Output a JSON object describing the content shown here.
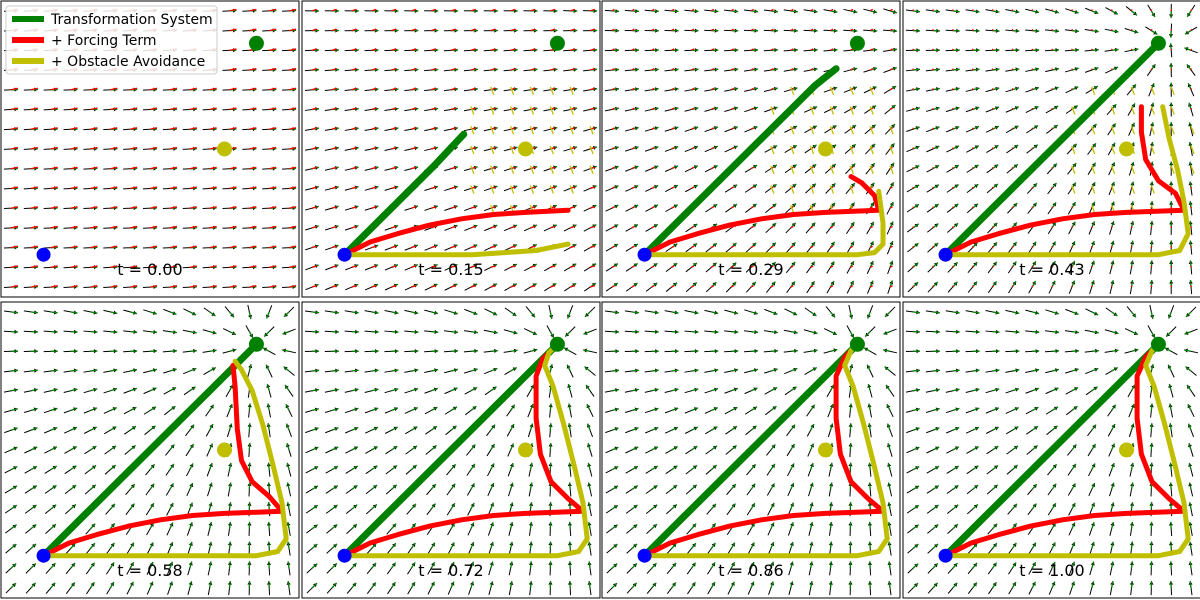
{
  "chart_data": {
    "type": "line",
    "grid": false,
    "legend_placement": "top-left",
    "colors": {
      "transformation": "#008000",
      "forcing": "#ff0000",
      "obstacle": "#bfbf00",
      "start": "#0000ff",
      "goal": "#008000",
      "obstacle_point": "#bfbf00",
      "field_base": "#000000"
    },
    "legend": [
      {
        "key": "transformation",
        "label": "Transformation System"
      },
      {
        "key": "forcing",
        "label": "+ Forcing Term"
      },
      {
        "key": "obstacle",
        "label": "+ Obstacle Avoidance"
      }
    ],
    "points": {
      "start": [
        0.0,
        0.0
      ],
      "goal": [
        1.0,
        1.0
      ],
      "obstacle": [
        0.85,
        0.5
      ]
    },
    "xlim": [
      -0.2,
      1.2
    ],
    "ylim": [
      -0.2,
      1.2
    ],
    "panels": [
      {
        "time_label": "t = 0.00",
        "t": 0.0,
        "series": {
          "transformation": [],
          "forcing": [],
          "obstacle": []
        }
      },
      {
        "time_label": "t = 0.15",
        "t": 0.15,
        "series": {
          "transformation": [
            [
              0,
              0
            ],
            [
              0.14,
              0.14
            ],
            [
              0.28,
              0.28
            ],
            [
              0.42,
              0.42
            ],
            [
              0.56,
              0.57
            ]
          ],
          "forcing": [
            [
              0,
              0
            ],
            [
              0.12,
              0.06
            ],
            [
              0.25,
              0.1
            ],
            [
              0.4,
              0.14
            ],
            [
              0.55,
              0.17
            ],
            [
              0.7,
              0.19
            ],
            [
              0.85,
              0.2
            ],
            [
              1.05,
              0.21
            ]
          ],
          "obstacle": [
            [
              0,
              0
            ],
            [
              0.15,
              0.0
            ],
            [
              0.3,
              0.0
            ],
            [
              0.45,
              0.0
            ],
            [
              0.6,
              0.0
            ],
            [
              0.75,
              0.01
            ],
            [
              0.9,
              0.02
            ],
            [
              1.05,
              0.05
            ]
          ]
        }
      },
      {
        "time_label": "t = 0.29",
        "t": 0.29,
        "series": {
          "transformation": [
            [
              0,
              0
            ],
            [
              0.2,
              0.2
            ],
            [
              0.4,
              0.4
            ],
            [
              0.6,
              0.6
            ],
            [
              0.8,
              0.8
            ],
            [
              0.9,
              0.88
            ]
          ],
          "forcing": [
            [
              0,
              0
            ],
            [
              0.12,
              0.06
            ],
            [
              0.25,
              0.1
            ],
            [
              0.4,
              0.14
            ],
            [
              0.55,
              0.17
            ],
            [
              0.7,
              0.19
            ],
            [
              0.85,
              0.2
            ],
            [
              1.1,
              0.21
            ],
            [
              1.08,
              0.28
            ],
            [
              1.02,
              0.34
            ],
            [
              0.97,
              0.37
            ]
          ],
          "obstacle": [
            [
              0,
              0
            ],
            [
              0.2,
              0.0
            ],
            [
              0.5,
              0.0
            ],
            [
              0.8,
              0.0
            ],
            [
              1.0,
              0.0
            ],
            [
              1.08,
              0.01
            ],
            [
              1.12,
              0.05
            ],
            [
              1.12,
              0.15
            ],
            [
              1.1,
              0.3
            ]
          ]
        }
      },
      {
        "time_label": "t = 0.43",
        "t": 0.43,
        "series": {
          "transformation": [
            [
              0,
              0
            ],
            [
              0.2,
              0.2
            ],
            [
              0.4,
              0.4
            ],
            [
              0.6,
              0.6
            ],
            [
              0.8,
              0.8
            ],
            [
              1.0,
              1.0
            ]
          ],
          "forcing": [
            [
              0,
              0
            ],
            [
              0.12,
              0.06
            ],
            [
              0.25,
              0.1
            ],
            [
              0.4,
              0.14
            ],
            [
              0.55,
              0.17
            ],
            [
              0.7,
              0.19
            ],
            [
              0.85,
              0.2
            ],
            [
              1.12,
              0.21
            ],
            [
              1.08,
              0.29
            ],
            [
              1.0,
              0.35
            ],
            [
              0.94,
              0.45
            ],
            [
              0.92,
              0.58
            ],
            [
              0.92,
              0.7
            ]
          ],
          "obstacle": [
            [
              0,
              0
            ],
            [
              0.2,
              0.0
            ],
            [
              0.5,
              0.0
            ],
            [
              0.8,
              0.0
            ],
            [
              1.0,
              0.0
            ],
            [
              1.1,
              0.02
            ],
            [
              1.14,
              0.1
            ],
            [
              1.12,
              0.25
            ],
            [
              1.09,
              0.4
            ],
            [
              1.05,
              0.55
            ],
            [
              1.02,
              0.7
            ]
          ]
        }
      },
      {
        "time_label": "t = 0.58",
        "t": 0.58,
        "series": {
          "transformation": [
            [
              0,
              0
            ],
            [
              0.2,
              0.2
            ],
            [
              0.4,
              0.4
            ],
            [
              0.6,
              0.6
            ],
            [
              0.8,
              0.8
            ],
            [
              1.0,
              1.0
            ]
          ],
          "forcing": [
            [
              0,
              0
            ],
            [
              0.12,
              0.06
            ],
            [
              0.25,
              0.1
            ],
            [
              0.4,
              0.14
            ],
            [
              0.55,
              0.17
            ],
            [
              0.7,
              0.19
            ],
            [
              0.85,
              0.2
            ],
            [
              1.12,
              0.21
            ],
            [
              1.06,
              0.28
            ],
            [
              0.98,
              0.35
            ],
            [
              0.93,
              0.45
            ],
            [
              0.91,
              0.6
            ],
            [
              0.9,
              0.8
            ],
            [
              0.89,
              0.9
            ]
          ],
          "obstacle": [
            [
              0,
              0
            ],
            [
              0.2,
              0.0
            ],
            [
              0.5,
              0.0
            ],
            [
              0.8,
              0.0
            ],
            [
              1.0,
              0.0
            ],
            [
              1.1,
              0.02
            ],
            [
              1.14,
              0.08
            ],
            [
              1.12,
              0.25
            ],
            [
              1.08,
              0.42
            ],
            [
              1.03,
              0.62
            ],
            [
              0.98,
              0.78
            ],
            [
              0.93,
              0.88
            ],
            [
              0.9,
              0.92
            ]
          ]
        }
      },
      {
        "time_label": "t = 0.72",
        "t": 0.72,
        "series": {
          "transformation": [
            [
              0,
              0
            ],
            [
              0.2,
              0.2
            ],
            [
              0.4,
              0.4
            ],
            [
              0.6,
              0.6
            ],
            [
              0.8,
              0.8
            ],
            [
              1.0,
              1.0
            ]
          ],
          "forcing": [
            [
              0,
              0
            ],
            [
              0.12,
              0.06
            ],
            [
              0.25,
              0.1
            ],
            [
              0.4,
              0.14
            ],
            [
              0.55,
              0.17
            ],
            [
              0.7,
              0.19
            ],
            [
              0.85,
              0.2
            ],
            [
              1.12,
              0.21
            ],
            [
              1.05,
              0.27
            ],
            [
              0.97,
              0.35
            ],
            [
              0.92,
              0.48
            ],
            [
              0.9,
              0.65
            ],
            [
              0.9,
              0.85
            ],
            [
              0.93,
              0.93
            ],
            [
              0.97,
              0.97
            ]
          ],
          "obstacle": [
            [
              0,
              0
            ],
            [
              0.2,
              0.0
            ],
            [
              0.5,
              0.0
            ],
            [
              0.8,
              0.0
            ],
            [
              1.0,
              0.0
            ],
            [
              1.1,
              0.02
            ],
            [
              1.14,
              0.08
            ],
            [
              1.12,
              0.25
            ],
            [
              1.08,
              0.42
            ],
            [
              1.03,
              0.62
            ],
            [
              0.98,
              0.8
            ],
            [
              0.94,
              0.9
            ],
            [
              0.96,
              0.96
            ],
            [
              0.99,
              0.99
            ]
          ]
        }
      },
      {
        "time_label": "t = 0.86",
        "t": 0.86,
        "series": {
          "transformation": [
            [
              0,
              0
            ],
            [
              0.2,
              0.2
            ],
            [
              0.4,
              0.4
            ],
            [
              0.6,
              0.6
            ],
            [
              0.8,
              0.8
            ],
            [
              1.0,
              1.0
            ]
          ],
          "forcing": [
            [
              0,
              0
            ],
            [
              0.12,
              0.06
            ],
            [
              0.25,
              0.1
            ],
            [
              0.4,
              0.14
            ],
            [
              0.55,
              0.17
            ],
            [
              0.7,
              0.19
            ],
            [
              0.85,
              0.2
            ],
            [
              1.12,
              0.21
            ],
            [
              1.05,
              0.27
            ],
            [
              0.97,
              0.35
            ],
            [
              0.92,
              0.48
            ],
            [
              0.9,
              0.65
            ],
            [
              0.9,
              0.85
            ],
            [
              0.94,
              0.94
            ],
            [
              0.99,
              0.99
            ]
          ],
          "obstacle": [
            [
              0,
              0
            ],
            [
              0.2,
              0.0
            ],
            [
              0.5,
              0.0
            ],
            [
              0.8,
              0.0
            ],
            [
              1.0,
              0.0
            ],
            [
              1.1,
              0.02
            ],
            [
              1.14,
              0.08
            ],
            [
              1.12,
              0.25
            ],
            [
              1.08,
              0.42
            ],
            [
              1.03,
              0.62
            ],
            [
              0.98,
              0.8
            ],
            [
              0.94,
              0.9
            ],
            [
              0.97,
              0.97
            ],
            [
              1.0,
              1.0
            ]
          ]
        }
      },
      {
        "time_label": "t = 1.00",
        "t": 1.0,
        "series": {
          "transformation": [
            [
              0,
              0
            ],
            [
              0.2,
              0.2
            ],
            [
              0.4,
              0.4
            ],
            [
              0.6,
              0.6
            ],
            [
              0.8,
              0.8
            ],
            [
              1.0,
              1.0
            ]
          ],
          "forcing": [
            [
              0,
              0
            ],
            [
              0.12,
              0.06
            ],
            [
              0.25,
              0.1
            ],
            [
              0.4,
              0.14
            ],
            [
              0.55,
              0.17
            ],
            [
              0.7,
              0.19
            ],
            [
              0.85,
              0.2
            ],
            [
              1.12,
              0.21
            ],
            [
              1.05,
              0.27
            ],
            [
              0.97,
              0.35
            ],
            [
              0.92,
              0.48
            ],
            [
              0.9,
              0.65
            ],
            [
              0.9,
              0.85
            ],
            [
              0.94,
              0.94
            ],
            [
              1.0,
              1.0
            ]
          ],
          "obstacle": [
            [
              0,
              0
            ],
            [
              0.2,
              0.0
            ],
            [
              0.5,
              0.0
            ],
            [
              0.8,
              0.0
            ],
            [
              1.0,
              0.0
            ],
            [
              1.1,
              0.02
            ],
            [
              1.14,
              0.08
            ],
            [
              1.12,
              0.25
            ],
            [
              1.08,
              0.42
            ],
            [
              1.03,
              0.62
            ],
            [
              0.98,
              0.8
            ],
            [
              0.94,
              0.9
            ],
            [
              0.97,
              0.97
            ],
            [
              1.0,
              1.0
            ]
          ]
        }
      }
    ]
  }
}
